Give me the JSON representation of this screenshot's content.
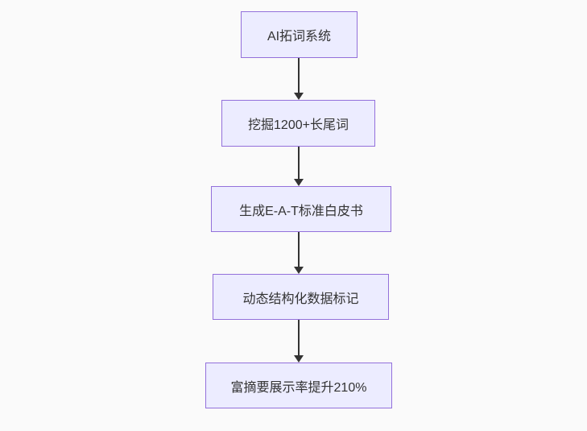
{
  "page": {
    "background_color": "#fafafa"
  },
  "diagram": {
    "type": "flowchart",
    "direction": "top-down",
    "style": {
      "node_fill": "#ECECFF",
      "node_border": "#9370DB",
      "node_text_color": "#333333",
      "edge_color": "#333333"
    },
    "nodes": [
      {
        "label": "AI拓词系统"
      },
      {
        "label": "挖掘1200+长尾词"
      },
      {
        "label": "生成E-A-T标准白皮书"
      },
      {
        "label": "动态结构化数据标记"
      },
      {
        "label": "富摘要展示率提升210%"
      }
    ],
    "edges": [
      {
        "from": "AI拓词系统",
        "to": "挖掘1200+长尾词"
      },
      {
        "from": "挖掘1200+长尾词",
        "to": "生成E-A-T标准白皮书"
      },
      {
        "from": "生成E-A-T标准白皮书",
        "to": "动态结构化数据标记"
      },
      {
        "from": "动态结构化数据标记",
        "to": "富摘要展示率提升210%"
      }
    ]
  }
}
